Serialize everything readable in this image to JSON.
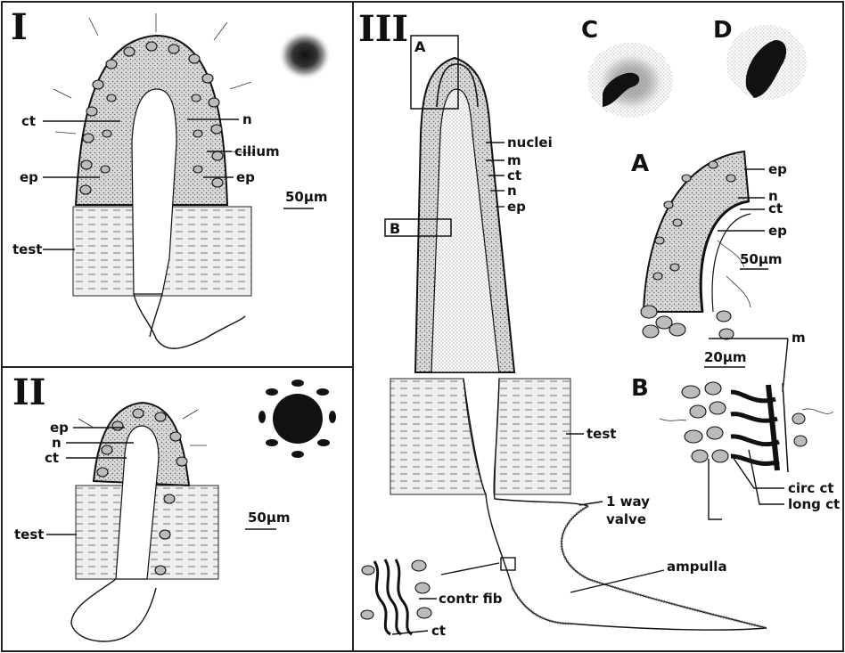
{
  "panels": {
    "I": {
      "numeral": "I",
      "labels": {
        "ct": "ct",
        "n": "n",
        "cilium": "cilium",
        "ep_left": "ep",
        "ep_right": "ep",
        "test": "test"
      },
      "scale": "50µm"
    },
    "II": {
      "numeral": "II",
      "labels": {
        "ep": "ep",
        "n": "n",
        "ct": "ct",
        "test": "test"
      },
      "scale": "50µm"
    },
    "III": {
      "numeral": "III",
      "box_A": "A",
      "box_B": "B",
      "labels": {
        "nuclei": "nuclei",
        "m": "m",
        "ct": "ct",
        "n": "n",
        "ep": "ep",
        "test": "test",
        "valve_line1": "1 way",
        "valve_line2": "valve",
        "ampulla": "ampulla",
        "contr_fib": "contr fib",
        "ct_bottom": "ct"
      }
    },
    "C": {
      "letter": "C"
    },
    "D": {
      "letter": "D"
    },
    "A_detail": {
      "letter": "A",
      "labels": {
        "ep_top": "ep",
        "n": "n",
        "ct": "ct",
        "ep_inner": "ep",
        "m": "m"
      },
      "scale": "50µm"
    },
    "B_detail": {
      "letter": "B",
      "labels": {
        "circ_ct": "circ ct",
        "long_ct": "long ct"
      },
      "scale": "20µm"
    }
  }
}
